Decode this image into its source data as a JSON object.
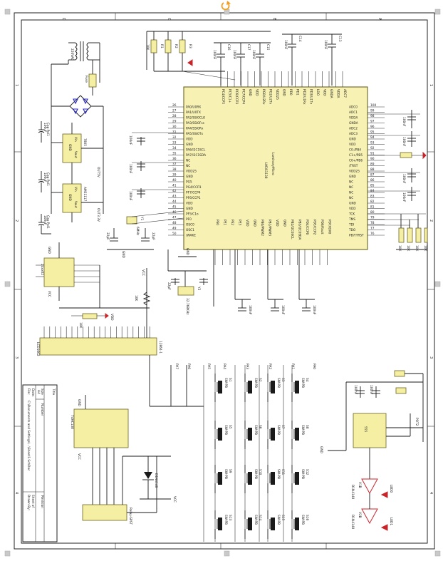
{
  "rotate_handle_icon": "rotate-cw-icon",
  "colors": {
    "rotate_handle": "#f0a020",
    "selection_handles": "#c9c9c9",
    "components": "#f5efa4",
    "mcu_body": "#f7f2b3",
    "power_flag": "#c8242a",
    "bridge_diodes": "#2a2ac8"
  },
  "frame": {
    "zone_letters": [
      "D",
      "C",
      "B",
      "A"
    ],
    "zone_numbers": [
      "1",
      "2",
      "3",
      "4"
    ]
  },
  "title_block": {
    "title_label": "Title",
    "size_label": "Size",
    "size_value": "A4",
    "number_label": "Number",
    "revision_label": "Revision",
    "date_label": "Date:",
    "file_label": "File:",
    "sheet_label": "Sheet of",
    "drawn_by_label": "Drawn By:",
    "file_value": "C:\\Documents and Settings\\...\\Sheet1.SchDoc"
  },
  "mcu": {
    "maker_label": "LuminaryMicro",
    "part_label": "LM3S1138",
    "left_pins": [
      {
        "num": "26",
        "name": "PA0/U0RX"
      },
      {
        "num": "27",
        "name": "PA1/U0TX"
      },
      {
        "num": "28",
        "name": "PA2/SSI0CLK"
      },
      {
        "num": "29",
        "name": "PA3/SSI0Fss"
      },
      {
        "num": "30",
        "name": "PA4/SSI0Rx"
      },
      {
        "num": "31",
        "name": "PA5/SSI0Tx"
      },
      {
        "num": "32",
        "name": "VDD"
      },
      {
        "num": "33",
        "name": "GND"
      },
      {
        "num": "34",
        "name": "PA6/I2C1SCL"
      },
      {
        "num": "35",
        "name": "PA7/I2C1SDA"
      },
      {
        "num": "36",
        "name": "NC"
      },
      {
        "num": "37",
        "name": "NC"
      },
      {
        "num": "38",
        "name": "VDD25"
      },
      {
        "num": "39",
        "name": "GND"
      },
      {
        "num": "40",
        "name": "PG5"
      },
      {
        "num": "41",
        "name": "PG4/CCP3"
      },
      {
        "num": "42",
        "name": "PF7/CCP4"
      },
      {
        "num": "43",
        "name": "PF6/CCP1"
      },
      {
        "num": "44",
        "name": "VDD"
      },
      {
        "num": "45",
        "name": "GND"
      },
      {
        "num": "46",
        "name": "PF5/C1o"
      },
      {
        "num": "47",
        "name": "PF0"
      },
      {
        "num": "48",
        "name": "OSC0"
      },
      {
        "num": "49",
        "name": "OSC1"
      },
      {
        "num": "50",
        "name": "/WAKE"
      }
    ],
    "right_pins": [
      {
        "num": "100",
        "name": "ADC0"
      },
      {
        "num": "99",
        "name": "ADC1"
      },
      {
        "num": "98",
        "name": "VDDA"
      },
      {
        "num": "97",
        "name": "GNDA"
      },
      {
        "num": "96",
        "name": "ADC2"
      },
      {
        "num": "95",
        "name": "ADC3"
      },
      {
        "num": "94",
        "name": "GND"
      },
      {
        "num": "93",
        "name": "VDD"
      },
      {
        "num": "92",
        "name": "C0-/PB4"
      },
      {
        "num": "91",
        "name": "C1+/PB5"
      },
      {
        "num": "90",
        "name": "C0+/PB6"
      },
      {
        "num": "89",
        "name": "/TRST"
      },
      {
        "num": "88",
        "name": "VDD25"
      },
      {
        "num": "87",
        "name": "GND"
      },
      {
        "num": "86",
        "name": "NC"
      },
      {
        "num": "85",
        "name": "NC"
      },
      {
        "num": "84",
        "name": "NC"
      },
      {
        "num": "83",
        "name": "NC"
      },
      {
        "num": "82",
        "name": "GND"
      },
      {
        "num": "81",
        "name": "VDD"
      },
      {
        "num": "80",
        "name": "TCK"
      },
      {
        "num": "79",
        "name": "TMS"
      },
      {
        "num": "78",
        "name": "TDI"
      },
      {
        "num": "77",
        "name": "TDO"
      },
      {
        "num": "76",
        "name": "PB7/TRST"
      }
    ],
    "top_pins": [
      "PC4/CCP5",
      "PC5/C1+",
      "PC6/CCP3",
      "PC7/CCP4",
      "GND",
      "VDD",
      "PG0/U2Rx",
      "PG1/U2Tx",
      "VDD25",
      "GND",
      "PD0",
      "PD1",
      "PD2/U1Rx",
      "PD3/U1Tx",
      "LDO",
      "VDD",
      "GNDA",
      "VDDA",
      "ADC7"
    ],
    "bottom_pins": [
      "PE0",
      "PE1",
      "PE2",
      "PE3",
      "VDD",
      "GND",
      "PB0/PWM2",
      "PB1/PWM3",
      "VDD",
      "GND",
      "PB2/I2C0SCL",
      "PB3/I2C0SDA",
      "PD4/CCP0",
      "PD5/CCP2",
      "PD6/Fault",
      "PD7/IDX0"
    ]
  },
  "power": {
    "transformer_label": "220VAC",
    "fuse_label": "Fuse",
    "reg1_label": "7805",
    "reg1_pins": [
      "Vin",
      "Vout",
      "GND"
    ],
    "reg2_label": "AMS1117",
    "reg2_pins": [
      "Vin",
      "Vout",
      "GND"
    ],
    "out1_label": "OUT5V",
    "out2_label": "OUT3.3V",
    "cap_labels": [
      "Cap Pol1",
      "100uF",
      "Cap Pol1",
      "100uF",
      "Cap Pol1",
      "100uF"
    ]
  },
  "labels": {
    "gnd": "GND",
    "vcc": "VCC",
    "vdd": "VDD",
    "cap_100nf": "100nF",
    "cap_22pf": "22pF",
    "res_10k": "10K",
    "res_1k": "1K",
    "crystal1": "6MHz",
    "crystal2": "32.768KHz",
    "y1": "Y1",
    "y2": "Y2",
    "eeprom": "24xx02",
    "conn_lcd": "LCD1602",
    "header1": "12864-1",
    "header_jp": "JP1",
    "ic_555": "555",
    "ic_hc": "74HC138",
    "relay": "Relay-SPST",
    "diode1": "D1N4148",
    "led1": "LED0",
    "led2": "LED1",
    "v1": "V1B",
    "v2": "V2B",
    "sw_pot": "POT2"
  },
  "nets_top": [
    "R1",
    "R2",
    "R3",
    "C16",
    "C17",
    "C15",
    "C14",
    "C13"
  ],
  "keys": [
    {
      "sw": "S1",
      "part": "SW-PB"
    },
    {
      "sw": "S2",
      "part": "SW-PB"
    },
    {
      "sw": "S3",
      "part": "SW-PB"
    },
    {
      "sw": "S4",
      "part": "SW-PB"
    },
    {
      "sw": "S5",
      "part": "SW-PB"
    },
    {
      "sw": "S6",
      "part": "SW-PB"
    },
    {
      "sw": "S7",
      "part": "SW-PB"
    },
    {
      "sw": "S8",
      "part": "SW-PB"
    },
    {
      "sw": "S9",
      "part": "SW-PB"
    },
    {
      "sw": "S10",
      "part": "SW-PB"
    },
    {
      "sw": "S11",
      "part": "SW-PB"
    },
    {
      "sw": "S12",
      "part": "SW-PB"
    },
    {
      "sw": "S13",
      "part": "SW-PB"
    },
    {
      "sw": "S14",
      "part": "SW-PB"
    },
    {
      "sw": "S15",
      "part": "SW-PB"
    },
    {
      "sw": "S16",
      "part": "SW-PB"
    }
  ],
  "key_nets": [
    "PA0",
    "PA1",
    "PA2",
    "PA3",
    "PA4",
    "PA5",
    "PA6",
    "PA7"
  ]
}
